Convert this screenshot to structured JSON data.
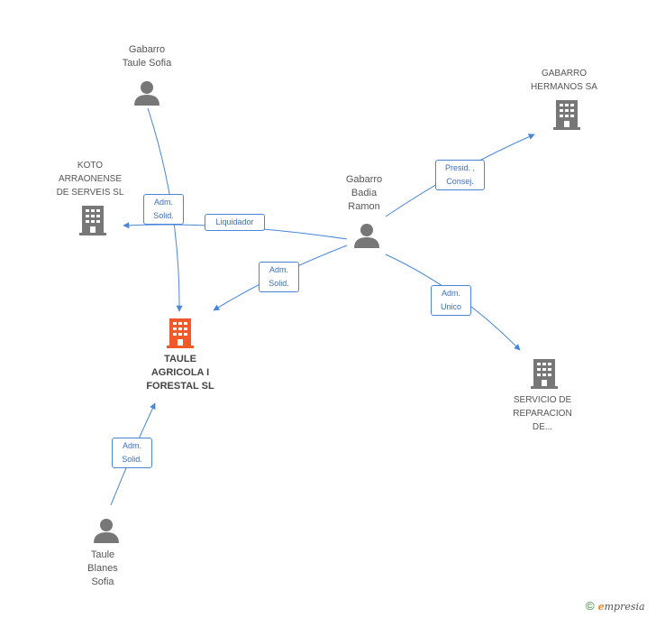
{
  "nodes": {
    "gabarro_taule": {
      "label": "Gabarro\nTaule Sofia",
      "kind": "person"
    },
    "gabarro_hermanos": {
      "label": "GABARRO\nHERMANOS SA",
      "kind": "company"
    },
    "koto": {
      "label": "KOTO\nARRAONENSE\nDE SERVEIS SL",
      "kind": "company"
    },
    "gabarro_badia": {
      "label": "Gabarro\nBadia\nRamon",
      "kind": "person"
    },
    "taule_agricola": {
      "label": "TAULE\nAGRICOLA I\nFORESTAL SL",
      "kind": "company-main"
    },
    "servicio": {
      "label": "SERVICIO DE\nREPARACION\nDE...",
      "kind": "company"
    },
    "taule_blanes": {
      "label": "Taule\nBlanes\nSofia",
      "kind": "person"
    }
  },
  "edges": {
    "e1": {
      "label": "Adm.\nSolid."
    },
    "e2": {
      "label": "Liquidador"
    },
    "e3": {
      "label": "Adm.\nSolid."
    },
    "e4": {
      "label": "Presid. ,\nConsej."
    },
    "e5": {
      "label": "Adm.\nUnico"
    },
    "e6": {
      "label": "Adm.\nSolid."
    }
  },
  "colors": {
    "edge": "#4a86d8",
    "icon": "#777777",
    "main_icon": "#f05a28"
  },
  "footer": {
    "copyright": "©",
    "brand_e": "e",
    "brand_rest": "mpresia"
  }
}
